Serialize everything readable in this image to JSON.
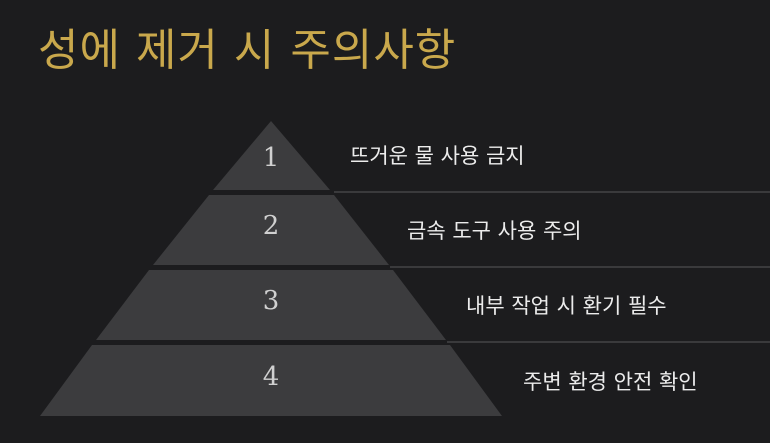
{
  "slide": {
    "title": "성에 제거 시 주의사항"
  },
  "pyramid": {
    "levels": [
      {
        "number": "1",
        "text": "뜨거운 물 사용 금지"
      },
      {
        "number": "2",
        "text": "금속 도구 사용 주의"
      },
      {
        "number": "3",
        "text": "내부 작업 시 환기 필수"
      },
      {
        "number": "4",
        "text": "주변 환경 안전 확인"
      }
    ]
  },
  "colors": {
    "background": "#1c1c1e",
    "title": "#c9a84c",
    "tier": "#3c3c3e",
    "divider": "#3a3a3c"
  }
}
